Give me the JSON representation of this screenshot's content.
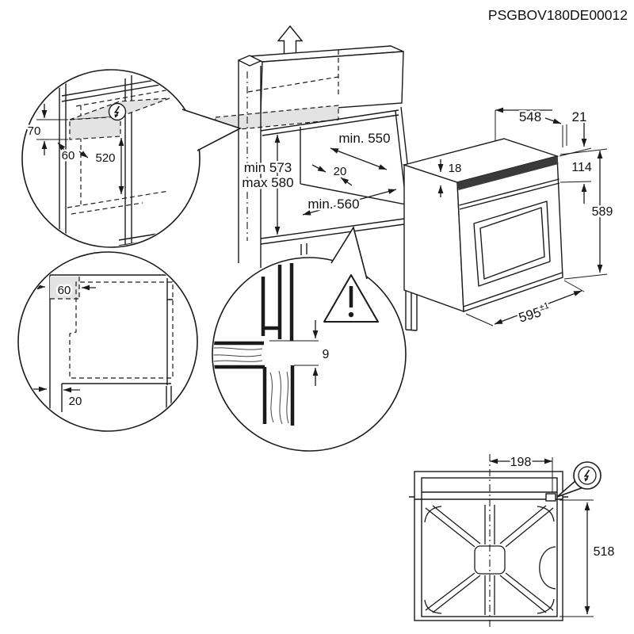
{
  "title": "PSGBOV180DE00012",
  "colors": {
    "line": "#1a1a1a",
    "shade": "#e3e3e3",
    "trim_dark": "#3a3a3a"
  },
  "cabinet": {
    "dims": {
      "depth_top": "min. 550",
      "shelf_setback": "20",
      "depth_bottom": "min. 560",
      "height_min": "min 573",
      "height_max": "max 580"
    },
    "icons": {
      "up_arrow": "up-arrow-icon"
    }
  },
  "detail_electrical": {
    "dims": {
      "zone_height": "70",
      "zone_depth": "60",
      "clearance_below": "520"
    },
    "icons": {
      "bolt": "electrical-connection-icon"
    }
  },
  "detail_corner": {
    "dims": {
      "side_clearance": "60",
      "bottom_clearance": "20"
    }
  },
  "detail_rear_gap": {
    "dims": {
      "gap": "9"
    },
    "icons": {
      "warning": "warning-triangle-icon"
    }
  },
  "oven": {
    "dims": {
      "depth": "548",
      "door_thickness": "21",
      "top_recess": "18",
      "control_panel_height": "114",
      "height": "589",
      "width": "595",
      "width_tolerance": "±1"
    }
  },
  "top_view": {
    "dims": {
      "connection_offset": "198",
      "depth": "518"
    },
    "icons": {
      "bolt": "electrical-connection-icon"
    }
  }
}
